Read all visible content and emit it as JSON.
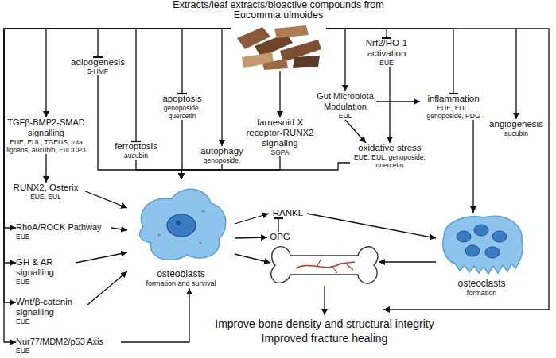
{
  "diagram": {
    "nodes": [
      {
        "text": [
          "Extracts/leaf extracts/bioactive compounds from Eucommia ulmoides"
        ]
      },
      {
        "text": [
          "adipogenesis",
          "5-HMF"
        ]
      },
      {
        "text": [
          "apoptosis",
          "genoposide, quercetin"
        ]
      },
      {
        "text": [
          "farnesoid X receptor-RUNX2 signaling",
          "SGPA"
        ]
      },
      {
        "text": [
          "Nrf2/HO-1 activation",
          "EUE"
        ]
      },
      {
        "text": [
          "Gut Microbiota Modulation",
          "EUL"
        ]
      },
      {
        "text": [
          "inflammation",
          "EUE, EUL, genoposide, PDG"
        ]
      },
      {
        "text": [
          "angiogenesis",
          "aucubin"
        ]
      },
      {
        "text": [
          "TGFβ-BMP2-SMAD signalling",
          "EUE, EUL, TGEUS, tota lignans, aucubin, EuOCP3"
        ]
      },
      {
        "text": [
          "ferroptosis",
          "aucubin"
        ]
      },
      {
        "text": [
          "autophagy",
          "genoposide."
        ]
      },
      {
        "text": [
          "oxidative stress",
          "EUE, EUL, genoposide, quercetin"
        ]
      },
      {
        "text": [
          "RUNX2, Osterix",
          "EUE, EUL"
        ]
      },
      {
        "text": [
          "RhoA/ROCK Pathway",
          "EUE"
        ]
      },
      {
        "text": [
          "GH & AR signalling",
          "EUE"
        ]
      },
      {
        "text": [
          "Wnt/β-catenin signalling",
          "EUE"
        ]
      },
      {
        "text": [
          "Nur77/MDM2/p53 Axis",
          "EUE"
        ]
      },
      {
        "text": [
          "osteoblasts",
          "formation and survival"
        ]
      },
      {
        "text": [
          "RANKL"
        ]
      },
      {
        "text": [
          "OPG"
        ]
      },
      {
        "text": [
          "osteoclasts",
          "formation"
        ]
      }
    ],
    "edges": [
      {
        "from": 0,
        "to": 8,
        "arrow": "to"
      },
      {
        "from": 0,
        "to": 1,
        "arrow": "to"
      },
      {
        "from": 0,
        "to": 9,
        "arrow": "to"
      },
      {
        "from": 0,
        "to": 2,
        "arrow": "to"
      },
      {
        "from": 0,
        "to": 10,
        "arrow": "to"
      },
      {
        "from": 0,
        "to": 3,
        "arrow": "to"
      },
      {
        "from": 0,
        "to": 5,
        "arrow": "to"
      },
      {
        "from": 0,
        "to": 4,
        "arrow": "to"
      },
      {
        "from": 0,
        "to": 6,
        "arrow": "to"
      },
      {
        "from": 0,
        "to": 7,
        "arrow": "to"
      },
      {
        "from": 0,
        "to": 13,
        "arrow": "to"
      },
      {
        "from": 0,
        "to": 14,
        "arrow": "to"
      },
      {
        "from": 0,
        "to": 15,
        "arrow": "to"
      },
      {
        "from": 0,
        "to": 16,
        "arrow": "to"
      },
      {
        "from": 8,
        "to": 12,
        "arrow": "to"
      },
      {
        "from": 12,
        "to": 17,
        "arrow": "to"
      },
      {
        "from": 13,
        "to": 17,
        "arrow": "to"
      },
      {
        "from": 14,
        "to": 17,
        "arrow": "to"
      },
      {
        "from": 15,
        "to": 17,
        "arrow": "to"
      },
      {
        "from": 16,
        "to": 17,
        "arrow": "to"
      },
      {
        "from": 1,
        "to": 17,
        "arrow": "to"
      },
      {
        "from": 9,
        "to": 17,
        "arrow": "to"
      },
      {
        "from": 2,
        "to": 17,
        "arrow": "to"
      },
      {
        "from": 10,
        "to": 17,
        "arrow": "to"
      },
      {
        "from": 3,
        "to": 17,
        "arrow": "to"
      },
      {
        "from": 11,
        "to": 17,
        "arrow": "to"
      },
      {
        "from": 4,
        "to": 11,
        "arrow": "to"
      },
      {
        "from": 5,
        "to": 11,
        "arrow": "to"
      },
      {
        "from": 5,
        "to": 6,
        "arrow": "to"
      },
      {
        "from": 6,
        "to": 20,
        "arrow": "to"
      },
      {
        "from": 17,
        "to": 18,
        "arrow": "to"
      },
      {
        "from": 17,
        "to": 19,
        "arrow": "to"
      },
      {
        "from": 19,
        "to": 18,
        "arrow": "to"
      },
      {
        "from": 18,
        "to": 20,
        "arrow": "to"
      }
    ],
    "labels": [
      "Improve bone density and structural integrity",
      "Improved fracture healing"
    ]
  }
}
